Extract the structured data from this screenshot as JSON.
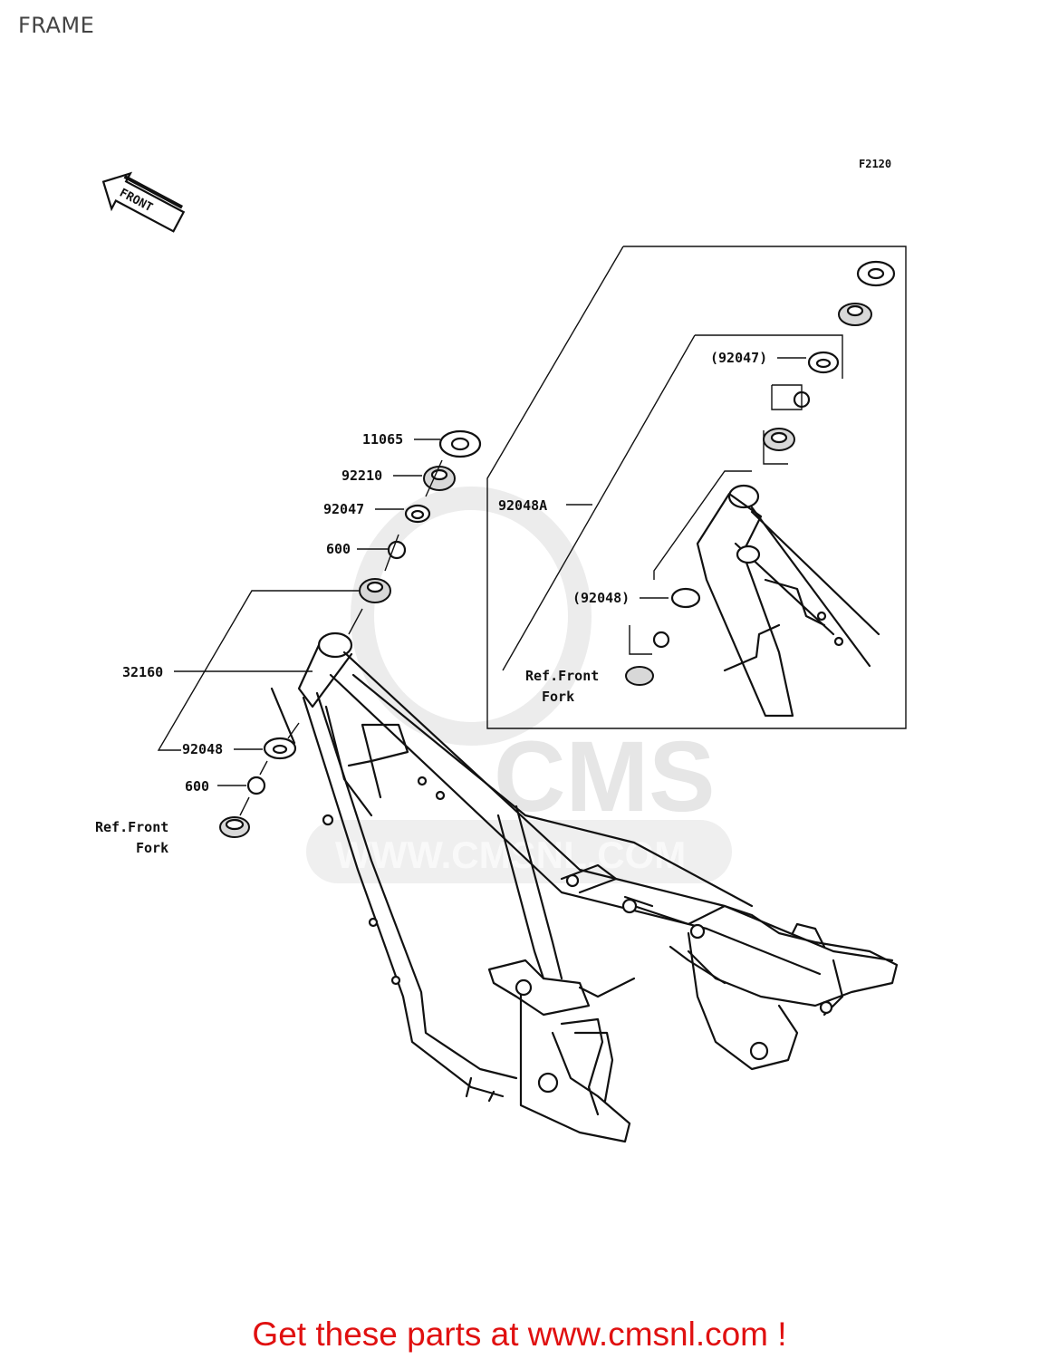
{
  "page": {
    "title": "FRAME"
  },
  "diagram": {
    "figure_code": "F2120",
    "front_arrow_label": "FRONT",
    "watermark": {
      "logo": "CMS",
      "url": "WWW.CMSNL.COM"
    },
    "callouts": [
      {
        "id": "11065",
        "text": "11065"
      },
      {
        "id": "92210",
        "text": "92210"
      },
      {
        "id": "92047",
        "text": "92047"
      },
      {
        "id": "600-upper",
        "text": "600"
      },
      {
        "id": "32160",
        "text": "32160"
      },
      {
        "id": "92048",
        "text": "92048"
      },
      {
        "id": "600-lower",
        "text": "600"
      },
      {
        "id": "ref-front-fork",
        "line1": "Ref.Front",
        "line2": "Fork"
      }
    ],
    "inset": {
      "label": "92048A",
      "callouts": [
        {
          "id": "92047-ref",
          "text": "(92047)"
        },
        {
          "id": "92048-ref",
          "text": "(92048)"
        },
        {
          "id": "ref-front-fork-inset",
          "line1": "Ref.Front",
          "line2": "Fork"
        }
      ]
    }
  },
  "footer": {
    "promo_text": "Get these parts at www.cmsnl.com !"
  },
  "colors": {
    "promo": "#e01010",
    "line": "#111111",
    "watermark": "#e6e6e6"
  }
}
